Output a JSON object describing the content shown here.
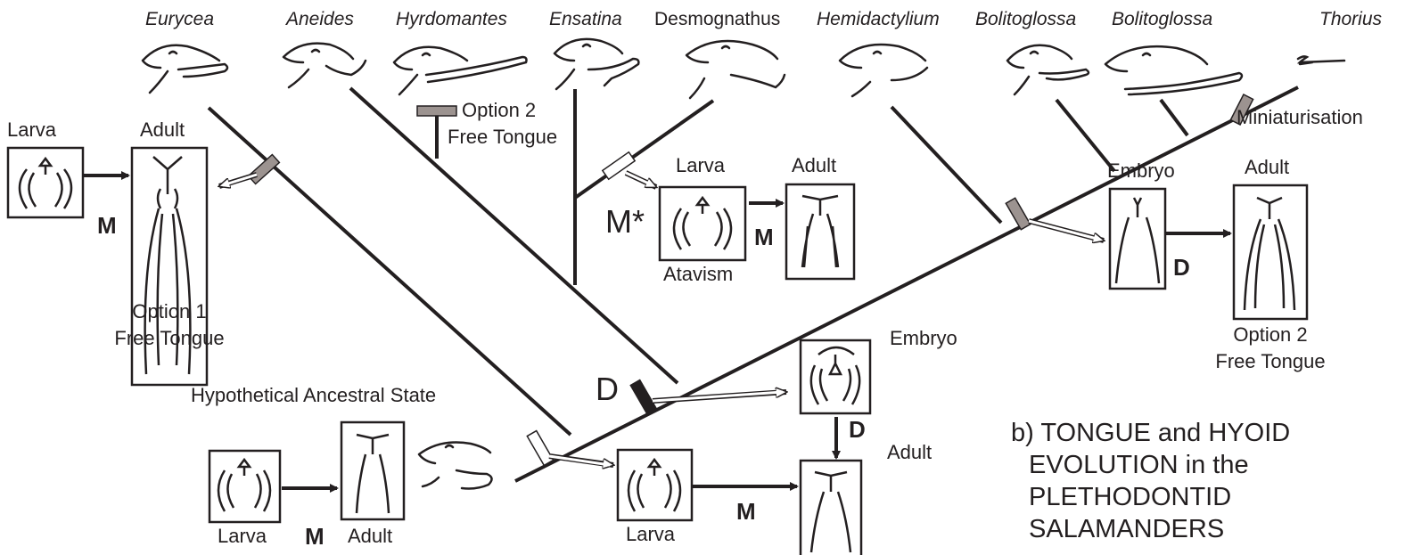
{
  "taxa": [
    "Eurycea",
    "Aneides",
    "Hyrdomantes",
    "Ensatina",
    "Desmognathus",
    "Hemidactylium",
    "Bolitoglossa",
    "Bolitoglossa",
    "Thorius"
  ],
  "labels": {
    "larva": "Larva",
    "adult": "Adult",
    "embryo": "Embryo",
    "atavism": "Atavism",
    "option1": "Option 1",
    "option2": "Option 2",
    "free_tongue": "Free Tongue",
    "miniaturisation": "Miniaturisation",
    "hypothetical": "Hypothetical Ancestral State",
    "m": "M",
    "d": "D",
    "m_star": "M*"
  },
  "caption": {
    "line1": "b) TONGUE and HYOID",
    "line2": "EVOLUTION in the",
    "line3": "PLETHODONTID",
    "line4": "SALAMANDERS"
  },
  "colors": {
    "ink": "#231f20",
    "bar_gray": "#9c9390",
    "bar_black": "#231f20"
  }
}
